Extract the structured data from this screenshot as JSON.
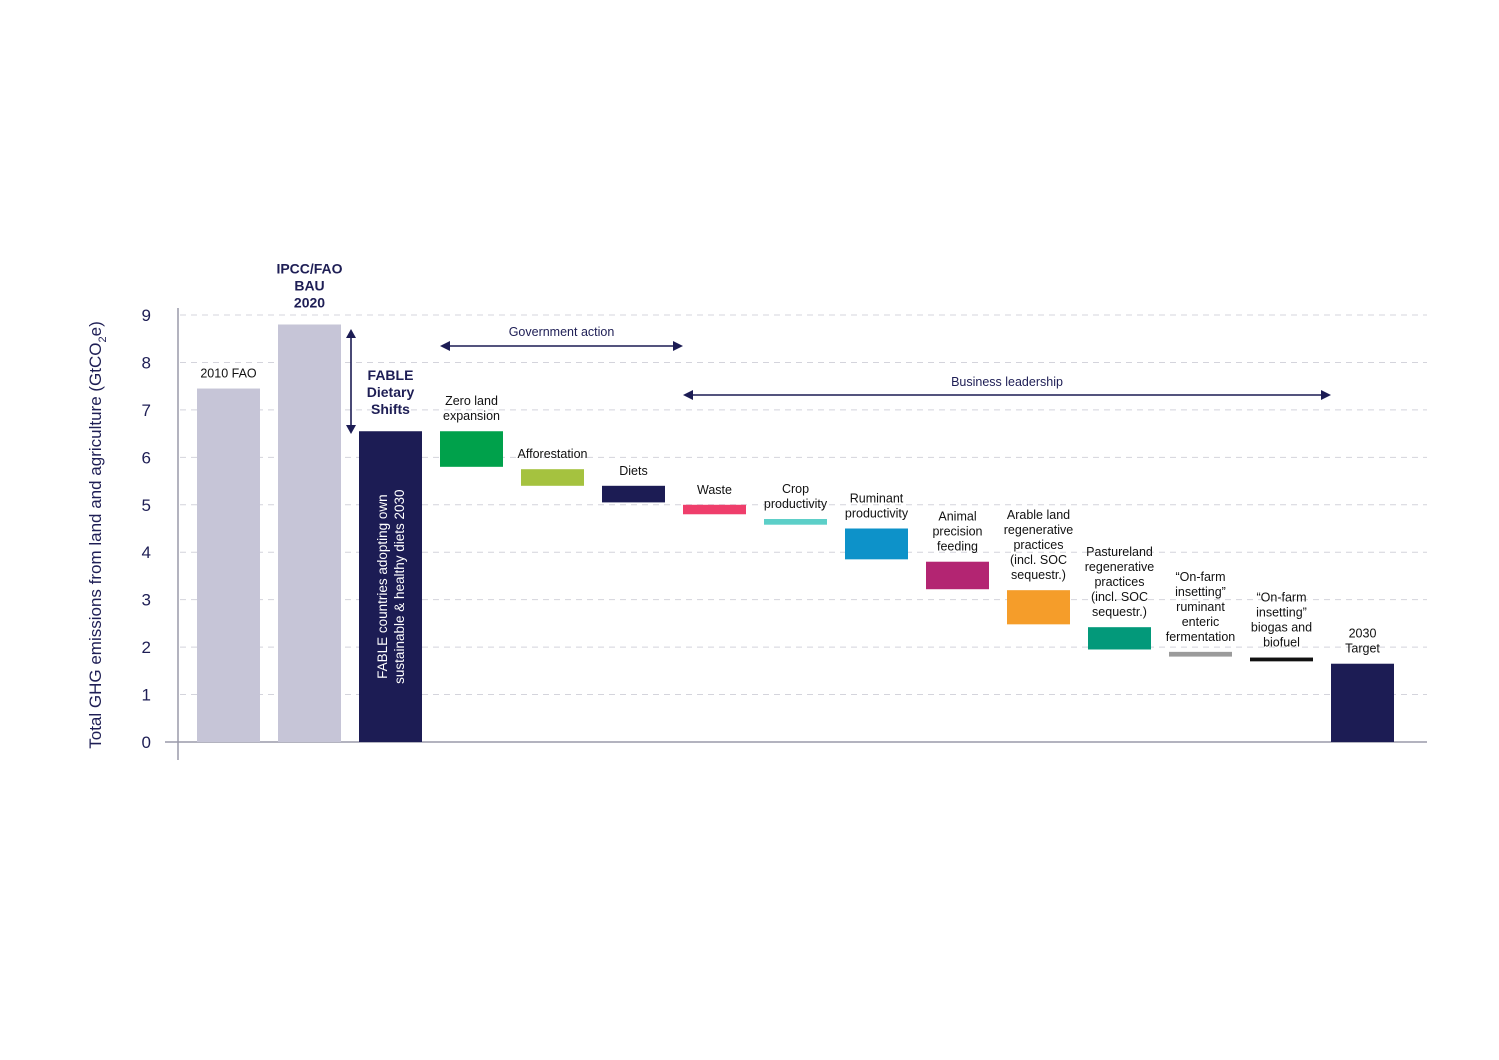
{
  "chart_data": {
    "type": "bar",
    "subtype": "waterfall",
    "ylabel": "Total GHG emissions from land and agriculture (GtCO2e)",
    "ylabel_main": "Total GHG emissions from land and agriculture (GtCO",
    "ylabel_sub": "2",
    "ylabel_end": "e)",
    "ylim": [
      0,
      9
    ],
    "yticks": [
      "0",
      "1",
      "2",
      "3",
      "4",
      "5",
      "6",
      "7",
      "8",
      "9"
    ],
    "grid": true,
    "bars": [
      {
        "label_lines": [
          "2010 FAO"
        ],
        "bottom": 0,
        "top": 7.45,
        "color": "#c6c5d7",
        "bold": false
      },
      {
        "label_lines": [
          "IPCC/FAO",
          "BAU",
          "2020"
        ],
        "bottom": 0,
        "top": 8.8,
        "color": "#c6c5d7",
        "bold": true
      },
      {
        "label_lines": [
          "FABLE",
          "Dietary",
          "Shifts"
        ],
        "bottom": 0,
        "top": 6.55,
        "color": "#1c1c54",
        "bold": true,
        "inner_text_lines": [
          "FABLE countries adopting own",
          "sustainable & healthy diets 2030"
        ]
      },
      {
        "label_lines": [
          "Zero land",
          "expansion"
        ],
        "bottom": 5.8,
        "top": 6.55,
        "color": "#00a14b",
        "bold": false
      },
      {
        "label_lines": [
          "Afforestation"
        ],
        "bottom": 5.4,
        "top": 5.75,
        "color": "#a5c23f",
        "bold": false
      },
      {
        "label_lines": [
          "Diets"
        ],
        "bottom": 5.05,
        "top": 5.4,
        "color": "#1c1c54",
        "bold": false
      },
      {
        "label_lines": [
          "Waste"
        ],
        "bottom": 4.8,
        "top": 5.0,
        "color": "#ef3e6b",
        "bold": false
      },
      {
        "label_lines": [
          "Crop",
          "productivity"
        ],
        "bottom": 4.58,
        "top": 4.7,
        "color": "#5ccfc8",
        "bold": false
      },
      {
        "label_lines": [
          "Ruminant",
          "productivity"
        ],
        "bottom": 3.85,
        "top": 4.5,
        "color": "#0d92c9",
        "bold": false
      },
      {
        "label_lines": [
          "Animal",
          "precision",
          "feeding"
        ],
        "bottom": 3.22,
        "top": 3.8,
        "color": "#b32572",
        "bold": false
      },
      {
        "label_lines": [
          "Arable land",
          "regenerative",
          "practices",
          "(incl. SOC",
          "sequestr.)"
        ],
        "bottom": 2.48,
        "top": 3.2,
        "color": "#f59d2a",
        "bold": false
      },
      {
        "label_lines": [
          "Pastureland",
          "regenerative",
          "practices",
          "(incl. SOC",
          "sequestr.)"
        ],
        "bottom": 1.95,
        "top": 2.42,
        "color": "#03997a",
        "bold": false
      },
      {
        "label_lines": [
          "“On-farm",
          "insetting”",
          "ruminant",
          "enteric",
          "fermentation"
        ],
        "bottom": 1.8,
        "top": 1.9,
        "color": "#9b9b9b",
        "bold": false
      },
      {
        "label_lines": [
          "“On-farm",
          "insetting”",
          "biogas and",
          "biofuel"
        ],
        "bottom": 1.7,
        "top": 1.78,
        "color": "#111111",
        "bold": false
      },
      {
        "label_lines": [
          "2030",
          "Target"
        ],
        "bottom": 0,
        "top": 1.65,
        "color": "#1c1c54",
        "bold": false
      }
    ],
    "annotations": [
      {
        "text": "Government action",
        "from_bar": 3,
        "to_bar": 6
      },
      {
        "text": "Business leadership",
        "from_bar": 6,
        "to_bar": 14
      }
    ]
  }
}
